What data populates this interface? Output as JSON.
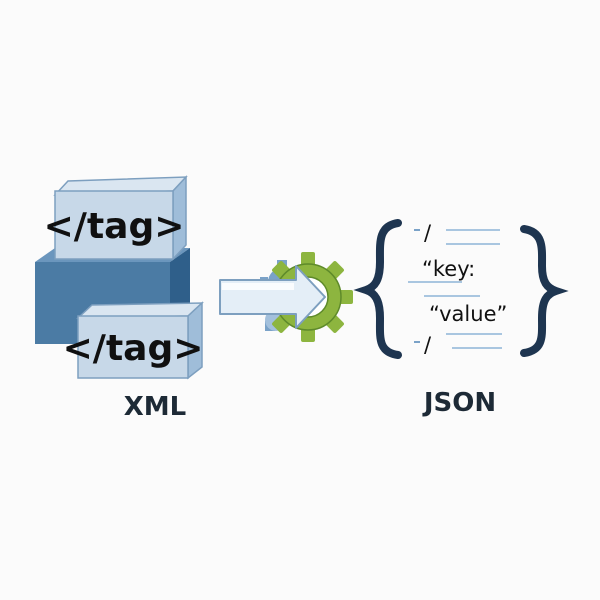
{
  "xml": {
    "label": "XML",
    "tag_top": "</tag>",
    "tag_bottom": "</tag>"
  },
  "json": {
    "label": "JSON",
    "key_text": "“key:",
    "value_text": "“value”",
    "slash_top": "/",
    "slash_bottom": "/"
  },
  "colors": {
    "box_light": "#c7d8e8",
    "box_dark": "#4b7ba4",
    "gear_green": "#8db53f",
    "gear_blue": "#7aa2c8",
    "brace": "#1e3550",
    "line_blue": "#a9c6e0"
  },
  "icons": {
    "converter": "gear-icon",
    "direction": "arrow-right-icon"
  }
}
